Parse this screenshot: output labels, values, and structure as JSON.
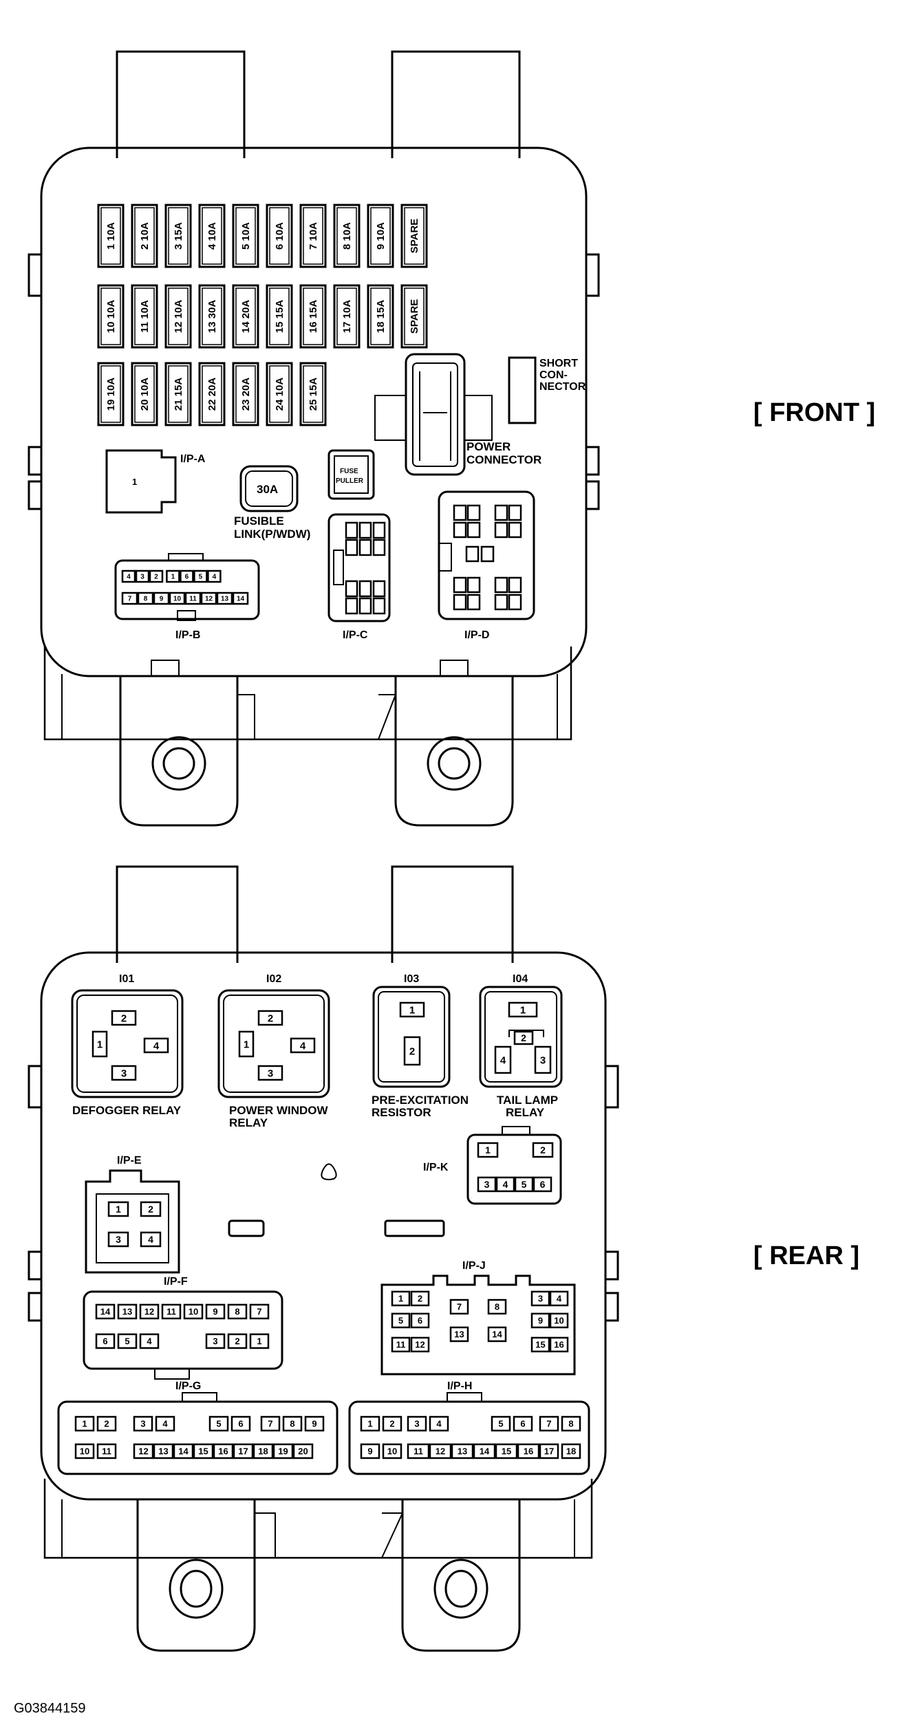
{
  "views": {
    "front": "[ FRONT ]",
    "rear": "[ REAR ]"
  },
  "figure_code": "G03844159",
  "front": {
    "fuse_rows": [
      [
        "1 10A",
        "2 10A",
        "3 15A",
        "4 10A",
        "5 10A",
        "6 10A",
        "7 10A",
        "8 10A",
        "9 10A",
        "SPARE"
      ],
      [
        "10 10A",
        "11 10A",
        "12 10A",
        "13 30A",
        "14 20A",
        "15 15A",
        "16 15A",
        "17 10A",
        "18 15A",
        "SPARE"
      ],
      [
        "19 10A",
        "20 10A",
        "21 15A",
        "22 20A",
        "23 20A",
        "24 10A",
        "25 15A"
      ]
    ],
    "short_connector": [
      "SHORT",
      "CON-",
      "NECTOR"
    ],
    "power_connector": [
      "POWER",
      "CONNECTOR"
    ],
    "ipa": {
      "label": "I/P-A",
      "pin": "1"
    },
    "fusible_link": {
      "value": "30A",
      "label": [
        "FUSIBLE",
        "LINK(P/WDW)"
      ]
    },
    "fuse_puller": [
      "FUSE",
      "PULLER"
    ],
    "ipb": {
      "label": "I/P-B",
      "top": [
        "4",
        "3",
        "2",
        "1",
        "6",
        "5",
        "4"
      ],
      "bottom": [
        "7",
        "8",
        "9",
        "10",
        "11",
        "12",
        "13",
        "14"
      ]
    },
    "ipc": {
      "label": "I/P-C"
    },
    "ipd": {
      "label": "I/P-D"
    }
  },
  "rear": {
    "relays": [
      {
        "code": "I01",
        "pins": [
          "2",
          "1",
          "4",
          "3"
        ],
        "label": [
          "DEFOGGER RELAY"
        ]
      },
      {
        "code": "I02",
        "pins": [
          "2",
          "1",
          "4",
          "3"
        ],
        "label": [
          "POWER WINDOW",
          "RELAY"
        ]
      }
    ],
    "resistor": {
      "code": "I03",
      "pins": [
        "1",
        "2"
      ],
      "label": [
        "PRE-EXCITATION",
        "RESISTOR"
      ]
    },
    "tail_lamp": {
      "code": "I04",
      "pins": [
        "1",
        "2",
        "4",
        "3"
      ],
      "label": [
        "TAIL LAMP",
        "RELAY"
      ]
    },
    "ipe": {
      "label": "I/P-E",
      "pins": [
        "1",
        "2",
        "3",
        "4"
      ]
    },
    "ipk": {
      "label": "I/P-K",
      "top": [
        "1",
        "2"
      ],
      "bottom": [
        "3",
        "4",
        "5",
        "6"
      ]
    },
    "ipj": {
      "label": "I/P-J",
      "pins": [
        "1",
        "2",
        "3",
        "4",
        "5",
        "6",
        "7",
        "8",
        "9",
        "10",
        "11",
        "12",
        "13",
        "14",
        "15",
        "16"
      ]
    },
    "ipf": {
      "label": "I/P-F",
      "top": [
        "14",
        "13",
        "12",
        "11",
        "10",
        "9",
        "8",
        "7"
      ],
      "bottom": [
        "6",
        "5",
        "4",
        "3",
        "2",
        "1"
      ]
    },
    "ipg": {
      "label": "I/P-G",
      "top": [
        "1",
        "2",
        "3",
        "4",
        "5",
        "6",
        "7",
        "8",
        "9"
      ],
      "bottom": [
        "10",
        "11",
        "12",
        "13",
        "14",
        "15",
        "16",
        "17",
        "18",
        "19",
        "20"
      ]
    },
    "iph": {
      "label": "I/P-H",
      "top": [
        "1",
        "2",
        "3",
        "4",
        "5",
        "6",
        "7",
        "8"
      ],
      "bottom": [
        "9",
        "10",
        "11",
        "12",
        "13",
        "14",
        "15",
        "16",
        "17",
        "18"
      ]
    }
  }
}
